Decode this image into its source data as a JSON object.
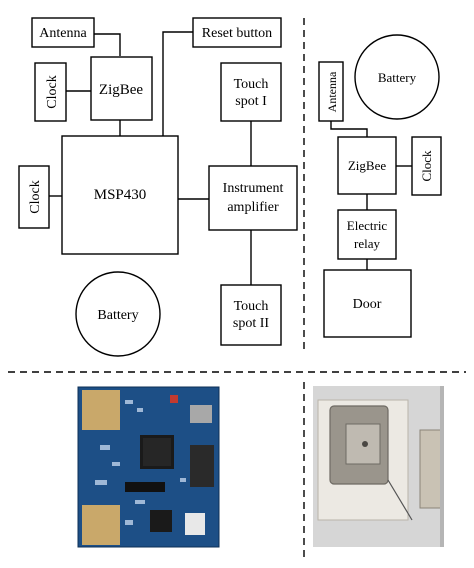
{
  "left_diagram": {
    "antenna": "Antenna",
    "reset_button": "Reset button",
    "clock_top": "Clock",
    "zigbee": "ZigBee",
    "touch_spot_1_line1": "Touch",
    "touch_spot_1_line2": "spot I",
    "clock_left": "Clock",
    "mcu": "MSP430",
    "amplifier_line1": "Instrument",
    "amplifier_line2": "amplifier",
    "battery": "Battery",
    "touch_spot_2_line1": "Touch",
    "touch_spot_2_line2": "spot II"
  },
  "right_diagram": {
    "antenna": "Antenna",
    "battery": "Battery",
    "zigbee": "ZigBee",
    "clock": "Clock",
    "relay_line1": "Electric",
    "relay_line2": "relay",
    "door": "Door"
  },
  "photos": {
    "pcb": "circuit-board-photo",
    "door": "door-lock-photo"
  }
}
